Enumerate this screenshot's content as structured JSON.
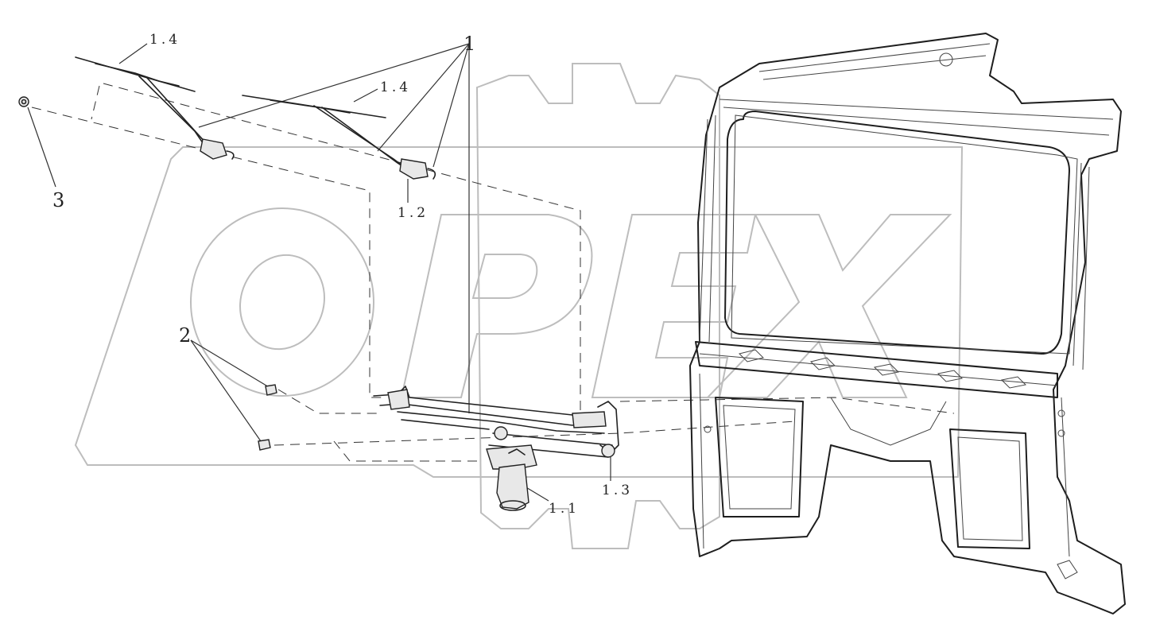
{
  "diagram": {
    "watermark": "OPEX",
    "callouts": [
      {
        "id": "label-1",
        "text": "1"
      },
      {
        "id": "label-1-4-left",
        "text": "1.4"
      },
      {
        "id": "label-1-4-right",
        "text": "1.4"
      },
      {
        "id": "label-1-2",
        "text": "1.2"
      },
      {
        "id": "label-1-1",
        "text": "1.1"
      },
      {
        "id": "label-1-3",
        "text": "1.3"
      },
      {
        "id": "label-2",
        "text": "2"
      },
      {
        "id": "label-3",
        "text": "3"
      }
    ]
  }
}
